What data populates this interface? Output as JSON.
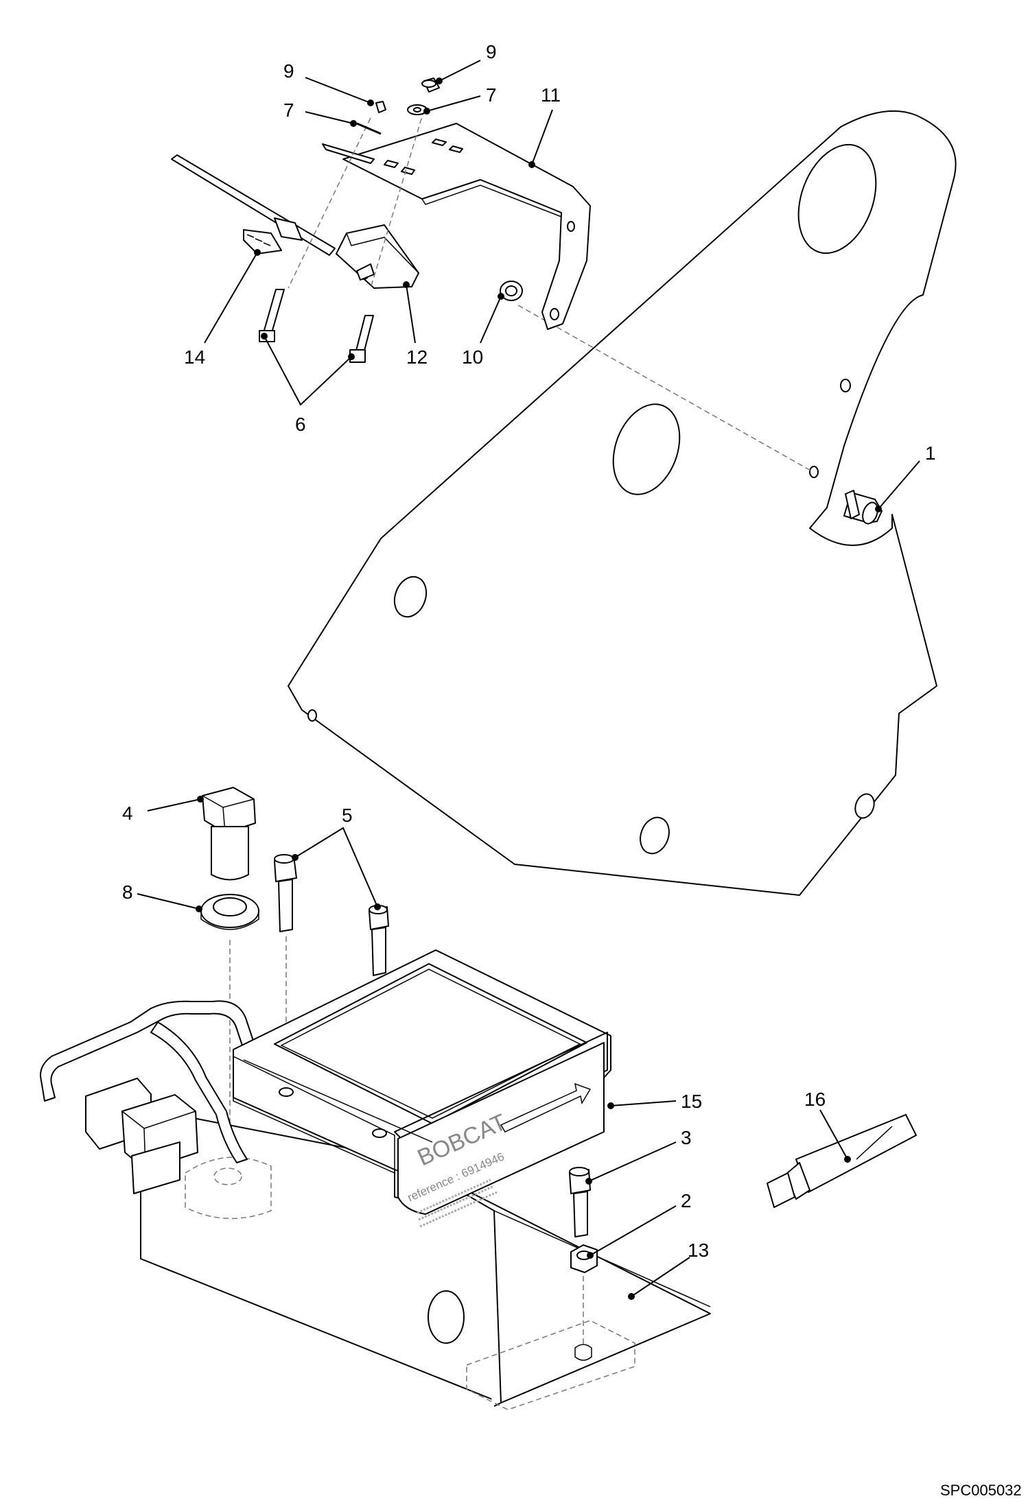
{
  "callouts": {
    "c1": "1",
    "c2": "2",
    "c3": "3",
    "c4": "4",
    "c5": "5",
    "c6": "6",
    "c7a": "7",
    "c7b": "7",
    "c8": "8",
    "c9a": "9",
    "c9b": "9",
    "c10": "10",
    "c11": "11",
    "c12": "12",
    "c13": "13",
    "c14": "14",
    "c15": "15",
    "c16": "16"
  },
  "box_label": {
    "brand": "BOBCAT",
    "reference": "reference : 6914946"
  },
  "drawing_ref": "SPC005032"
}
